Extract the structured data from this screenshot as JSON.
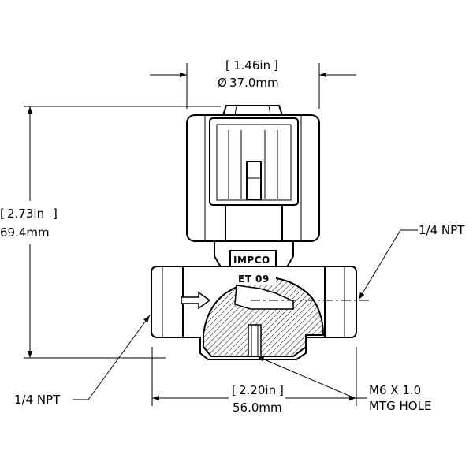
{
  "dimensions": {
    "width_in": "1.46in",
    "width_mm": "37.0mm",
    "height_in": "2.73in",
    "height_mm": "69.4mm",
    "length_in": "2.20in",
    "length_mm": "56.0mm"
  },
  "callouts": {
    "right_port": "1/4 NPT",
    "left_port": "1/4 NPT",
    "mount_hole_line1": "M6 X 1.0",
    "mount_hole_line2": "MTG HOLE"
  },
  "markings": {
    "brand": "IMPCO",
    "model": "ET 09"
  },
  "symbols": {
    "diameter": "Ø",
    "bracket_open": "[",
    "bracket_close": "]"
  }
}
